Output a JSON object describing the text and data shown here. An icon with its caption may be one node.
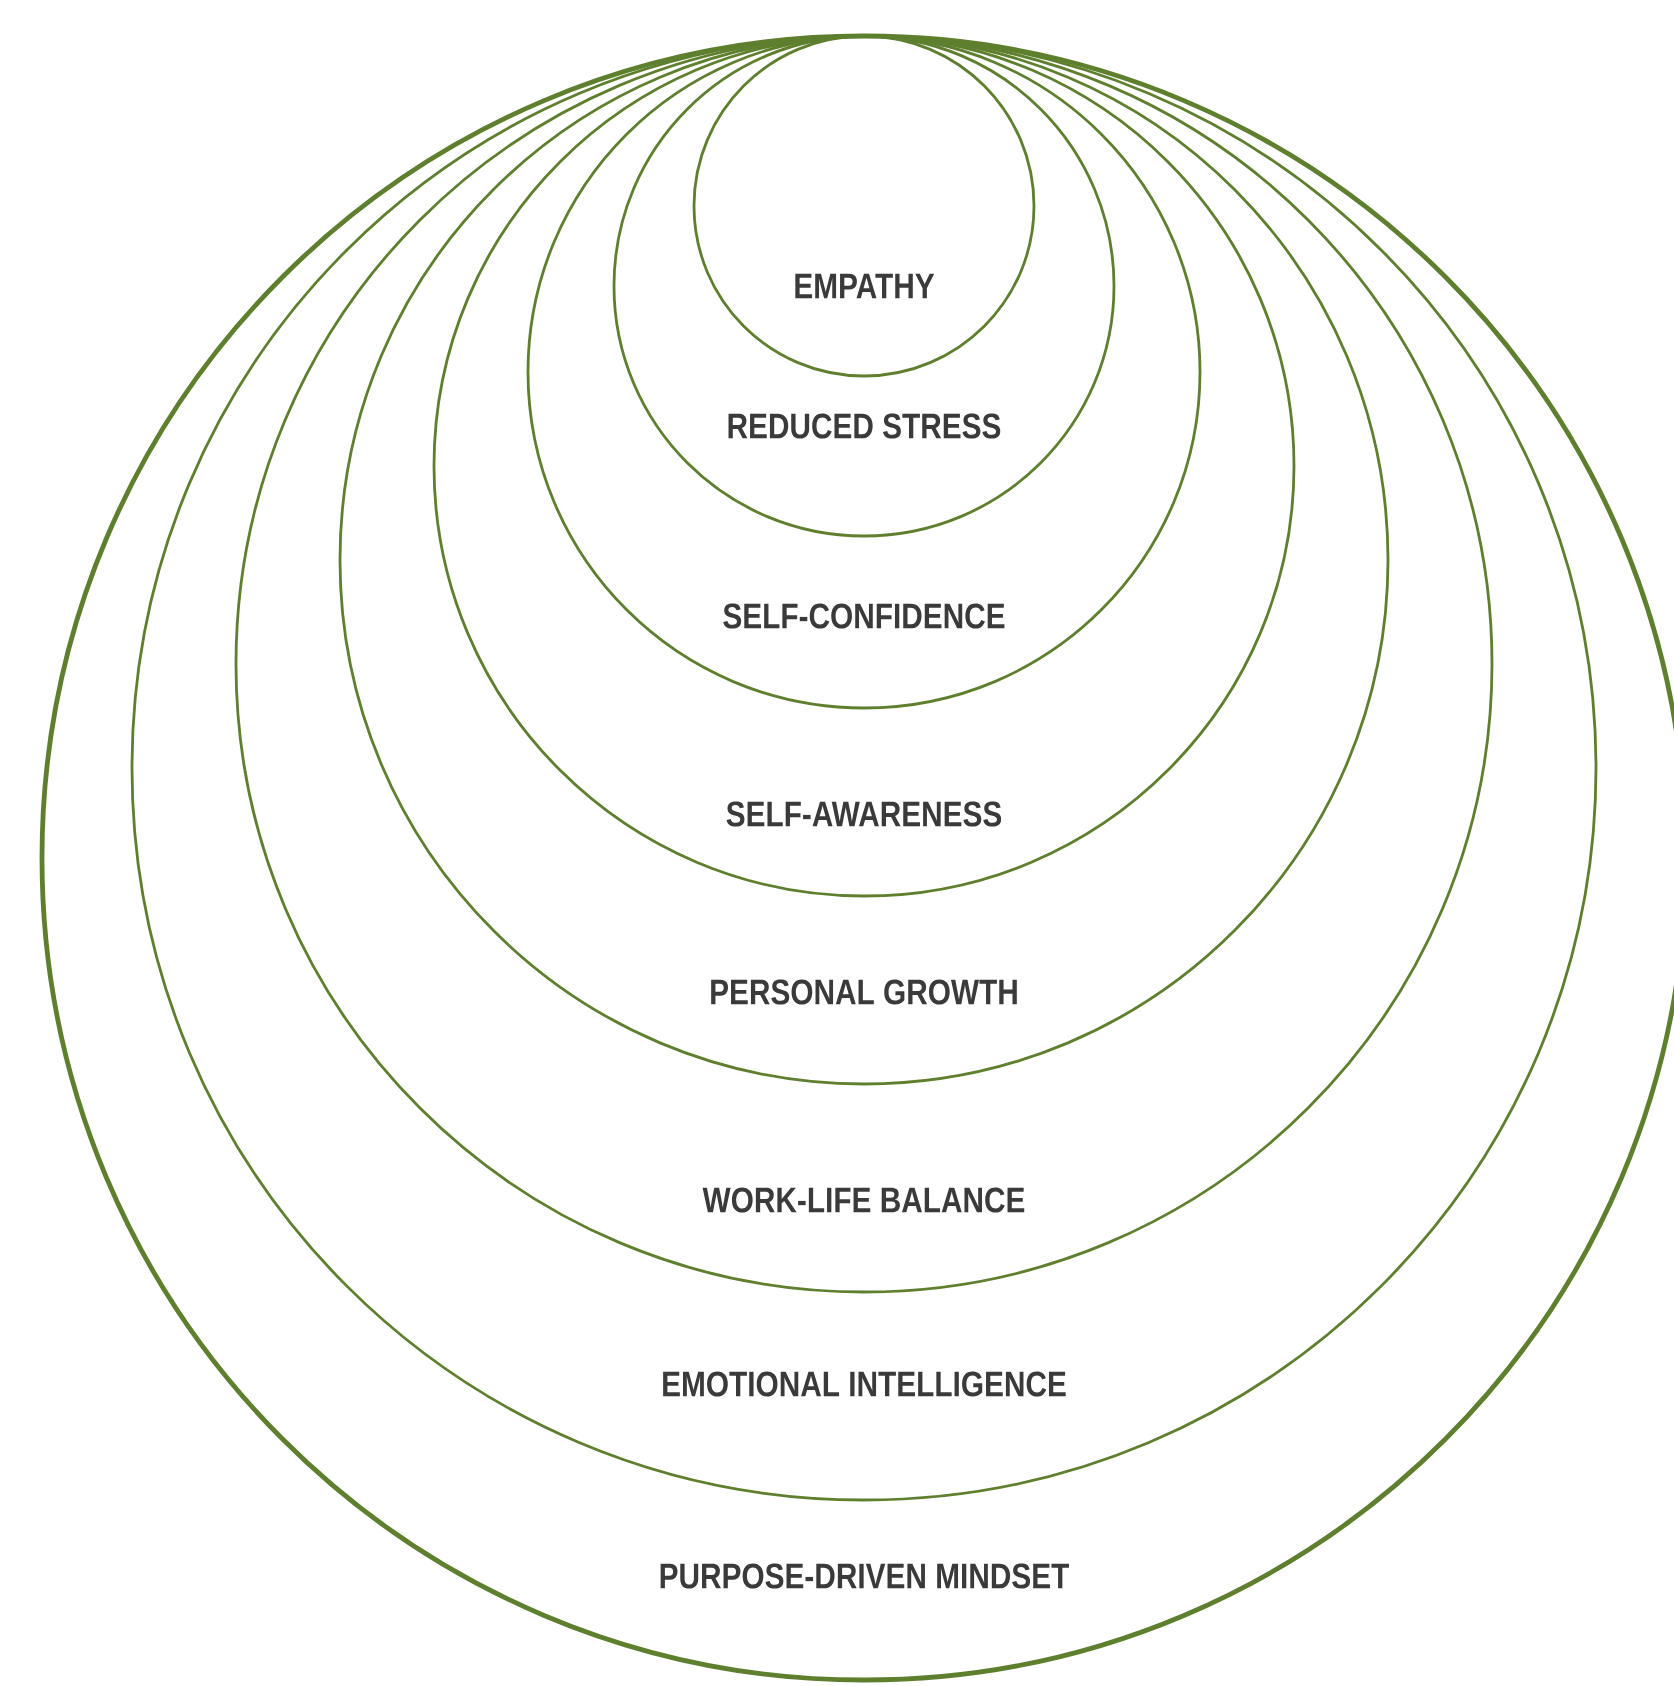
{
  "diagram": {
    "nodes": [
      {
        "text": [
          "PURPOSE-DRIVEN MINDSET"
        ]
      },
      {
        "text": [
          "EMOTIONAL INTELLIGENCE"
        ],
        "in": 0
      },
      {
        "text": [
          "WORK-LIFE BALANCE"
        ],
        "in": 1
      },
      {
        "text": [
          "PERSONAL GROWTH"
        ],
        "in": 2
      },
      {
        "text": [
          "SELF-AWARENESS"
        ],
        "in": 3
      },
      {
        "text": [
          "SELF-CONFIDENCE"
        ],
        "in": 4
      },
      {
        "text": [
          "REDUCED STRESS"
        ],
        "in": 5
      },
      {
        "text": [
          "EMPATHY"
        ],
        "in": 6
      }
    ]
  }
}
